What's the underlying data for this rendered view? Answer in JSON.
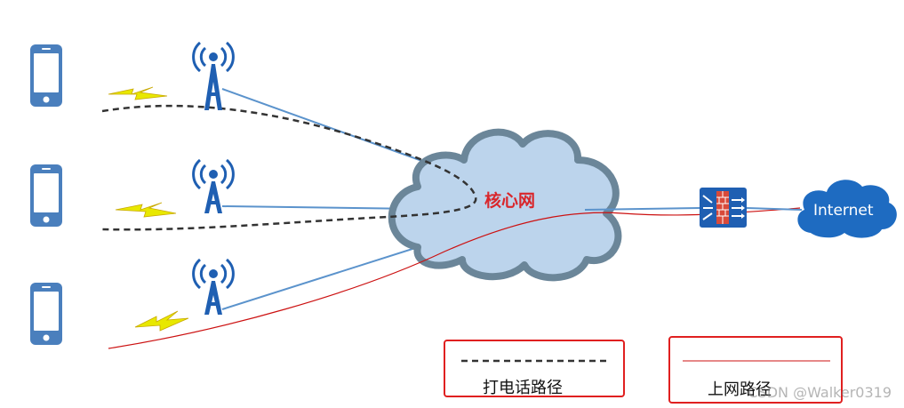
{
  "diagram": {
    "core_network_label": "核心网",
    "internet_label": "Internet",
    "colors": {
      "phone": "#4a7fbd",
      "tower": "#1f5fb2",
      "lightning": "#e8e800",
      "cloud_fill": "#bcd4ec",
      "cloud_stroke": "#6b8699",
      "internet_cloud": "#1e6bc1",
      "firewall": "#1f5fb2",
      "call_path": "#333333",
      "internet_path": "#cc1111",
      "link": "#5b93cc",
      "legend_border": "#e02020"
    },
    "icons": [
      "phone-icon",
      "cell-tower-icon",
      "lightning-icon",
      "cloud-icon",
      "firewall-icon"
    ]
  },
  "legend": {
    "call_path_label": "打电话路径",
    "internet_path_label": "上网路径"
  },
  "watermark": "CSDN @Walker0319"
}
